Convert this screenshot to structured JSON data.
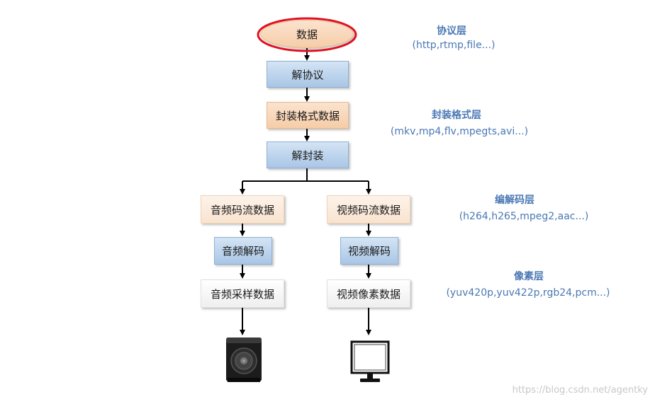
{
  "flow": {
    "data": "数据",
    "deprotocol": "解协议",
    "container_data": "封装格式数据",
    "demux": "解封装",
    "audio_stream": "音频码流数据",
    "video_stream": "视频码流数据",
    "audio_decode": "音频解码",
    "video_decode": "视频解码",
    "audio_sample": "音频采样数据",
    "video_pixel": "视频像素数据"
  },
  "layers": {
    "protocol_title": "协议层",
    "protocol_sub": "(http,rtmp,file...)",
    "container_title": "封装格式层",
    "container_sub": "(mkv,mp4,flv,mpegts,avi...)",
    "codec_title": "编解码层",
    "codec_sub": "(h264,h265,mpeg2,aac...)",
    "pixel_title": "像素层",
    "pixel_sub": "(yuv420p,yuv422p,rgb24,pcm...)"
  },
  "icons": {
    "speaker": "speaker-icon",
    "monitor": "monitor-icon"
  },
  "colors": {
    "highlight_ring": "#e0101e",
    "label_text": "#4a78b4"
  },
  "watermark": "https://blog.csdn.net/agentky"
}
